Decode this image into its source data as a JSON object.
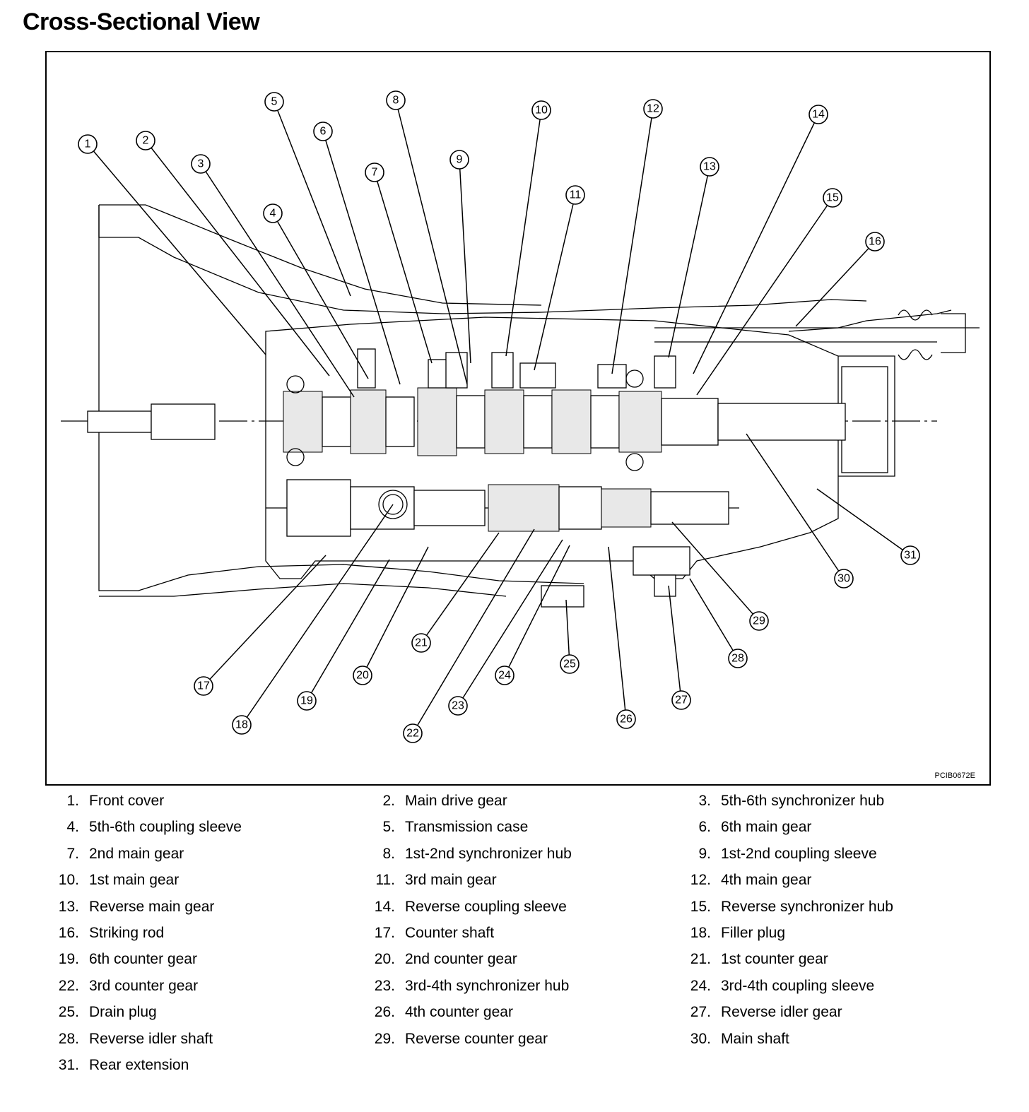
{
  "page": {
    "title": "Cross-Sectional View"
  },
  "figure": {
    "code": "PCIB0672E"
  },
  "callouts": [
    "1",
    "2",
    "3",
    "4",
    "5",
    "6",
    "7",
    "8",
    "9",
    "10",
    "11",
    "12",
    "13",
    "14",
    "15",
    "16",
    "17",
    "18",
    "19",
    "20",
    "21",
    "22",
    "23",
    "24",
    "25",
    "26",
    "27",
    "28",
    "29",
    "30",
    "31"
  ],
  "legend": [
    {
      "num": "1.",
      "label": "Front cover"
    },
    {
      "num": "2.",
      "label": "Main drive gear"
    },
    {
      "num": "3.",
      "label": "5th-6th synchronizer hub"
    },
    {
      "num": "4.",
      "label": "5th-6th coupling sleeve"
    },
    {
      "num": "5.",
      "label": "Transmission case"
    },
    {
      "num": "6.",
      "label": "6th main gear"
    },
    {
      "num": "7.",
      "label": "2nd main gear"
    },
    {
      "num": "8.",
      "label": "1st-2nd synchronizer hub"
    },
    {
      "num": "9.",
      "label": "1st-2nd coupling sleeve"
    },
    {
      "num": "10.",
      "label": "1st main gear"
    },
    {
      "num": "11.",
      "label": "3rd main gear"
    },
    {
      "num": "12.",
      "label": "4th main gear"
    },
    {
      "num": "13.",
      "label": "Reverse main gear"
    },
    {
      "num": "14.",
      "label": "Reverse coupling sleeve"
    },
    {
      "num": "15.",
      "label": "Reverse synchronizer hub"
    },
    {
      "num": "16.",
      "label": "Striking  rod"
    },
    {
      "num": "17.",
      "label": "Counter shaft"
    },
    {
      "num": "18.",
      "label": "Filler plug"
    },
    {
      "num": "19.",
      "label": "6th counter gear"
    },
    {
      "num": "20.",
      "label": "2nd counter gear"
    },
    {
      "num": "21.",
      "label": "1st counter gear"
    },
    {
      "num": "22.",
      "label": "3rd counter gear"
    },
    {
      "num": "23.",
      "label": "3rd-4th synchronizer hub"
    },
    {
      "num": "24.",
      "label": "3rd-4th coupling sleeve"
    },
    {
      "num": "25.",
      "label": "Drain plug"
    },
    {
      "num": "26.",
      "label": "4th counter gear"
    },
    {
      "num": "27.",
      "label": "Reverse idler gear"
    },
    {
      "num": "28.",
      "label": "Reverse idler shaft"
    },
    {
      "num": "29.",
      "label": "Reverse counter gear"
    },
    {
      "num": "30.",
      "label": "Main shaft"
    },
    {
      "num": "31.",
      "label": "Rear extension"
    }
  ]
}
